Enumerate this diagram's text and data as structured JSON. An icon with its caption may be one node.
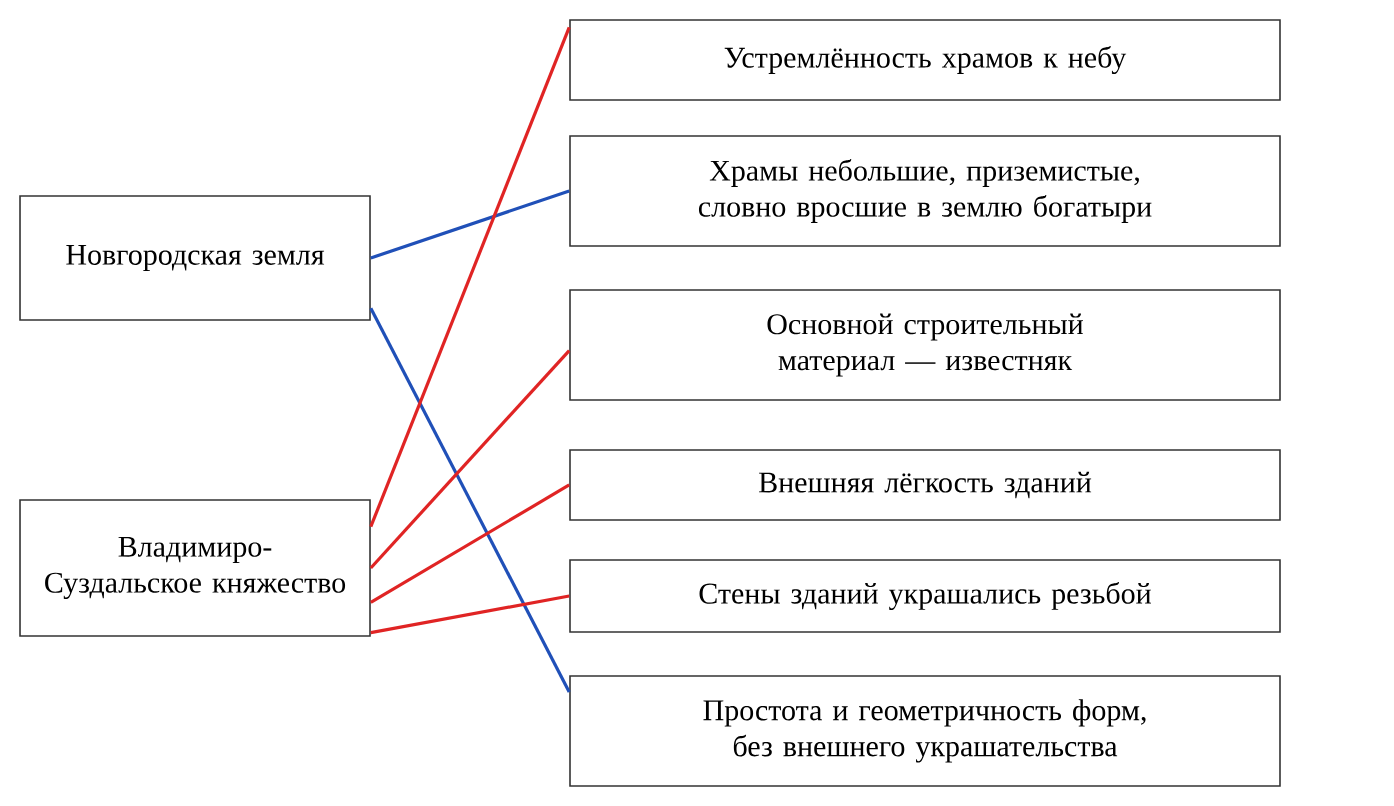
{
  "diagram": {
    "nodes": [
      {
        "text": [
          "Новгородская земля"
        ]
      },
      {
        "text": [
          "Владимиро-Суздальское княжество"
        ]
      },
      {
        "text": [
          "Устремлённость храмов к небу"
        ]
      },
      {
        "text": [
          "Храмы небольшие, приземистые, словно вросшие в землю богатыри"
        ]
      },
      {
        "text": [
          "Основной строительный материал — известняк"
        ]
      },
      {
        "text": [
          "Внешняя лёгкость зданий"
        ]
      },
      {
        "text": [
          "Стены зданий украшались резьбой"
        ]
      },
      {
        "text": [
          "Простота и геометричность форм, без внешнего украшательства"
        ]
      }
    ],
    "edges": [
      {
        "from": 0,
        "to": 3,
        "arrow": "none",
        "color": "#2050b8"
      },
      {
        "from": 0,
        "to": 7,
        "arrow": "none",
        "color": "#2050b8"
      },
      {
        "from": 1,
        "to": 2,
        "arrow": "none",
        "color": "#e02424"
      },
      {
        "from": 1,
        "to": 4,
        "arrow": "none",
        "color": "#e02424"
      },
      {
        "from": 1,
        "to": 5,
        "arrow": "none",
        "color": "#e02424"
      },
      {
        "from": 1,
        "to": 6,
        "arrow": "none",
        "color": "#e02424"
      }
    ]
  }
}
